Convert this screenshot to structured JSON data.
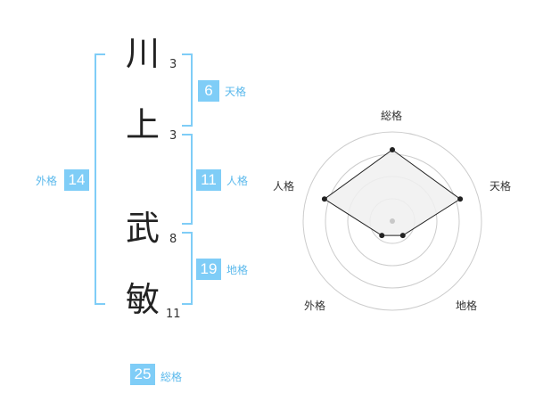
{
  "name": {
    "chars": [
      {
        "char": "川",
        "strokes": "3"
      },
      {
        "char": "上",
        "strokes": "3"
      },
      {
        "char": "武",
        "strokes": "8"
      },
      {
        "char": "敏",
        "strokes": "11"
      }
    ]
  },
  "fortunes": {
    "tenkaku": {
      "value": "6",
      "label": "天格"
    },
    "jinkaku": {
      "value": "11",
      "label": "人格"
    },
    "chikaku": {
      "value": "19",
      "label": "地格"
    },
    "gaikaku": {
      "value": "14",
      "label": "外格"
    },
    "soukaku": {
      "value": "25",
      "label": "総格"
    }
  },
  "chart_data": {
    "type": "radar",
    "axes": [
      "総格",
      "天格",
      "地格",
      "外格",
      "人格"
    ],
    "values": [
      0.8,
      0.8,
      0.2,
      0.2,
      0.8
    ],
    "rings": 4,
    "colors": {
      "fill": "#f0f0f0",
      "stroke": "#222222",
      "grid": "#cccccc",
      "point": "#222222",
      "center": "#c8c8c8"
    }
  },
  "colors": {
    "accent": "#7fcdf7",
    "accent_text": "#5bb9ec"
  }
}
